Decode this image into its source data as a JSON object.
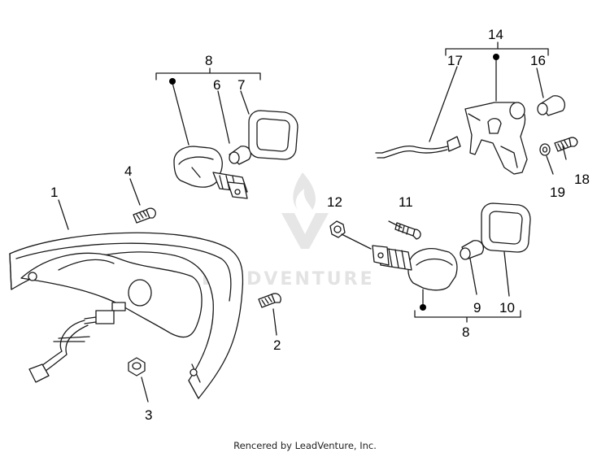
{
  "watermark": {
    "text": "LEADVENTURE"
  },
  "footer": {
    "text": "Rencered by LeadVenture, Inc."
  },
  "callouts": {
    "c1": "1",
    "c2": "2",
    "c3": "3",
    "c4": "4",
    "c6": "6",
    "c7": "7",
    "c8_top": "8",
    "c9": "9",
    "c10": "10",
    "c11": "11",
    "c12": "12",
    "c8_bottom": "8",
    "c14": "14",
    "c16": "16",
    "c17": "17",
    "c18": "18",
    "c19": "19"
  }
}
